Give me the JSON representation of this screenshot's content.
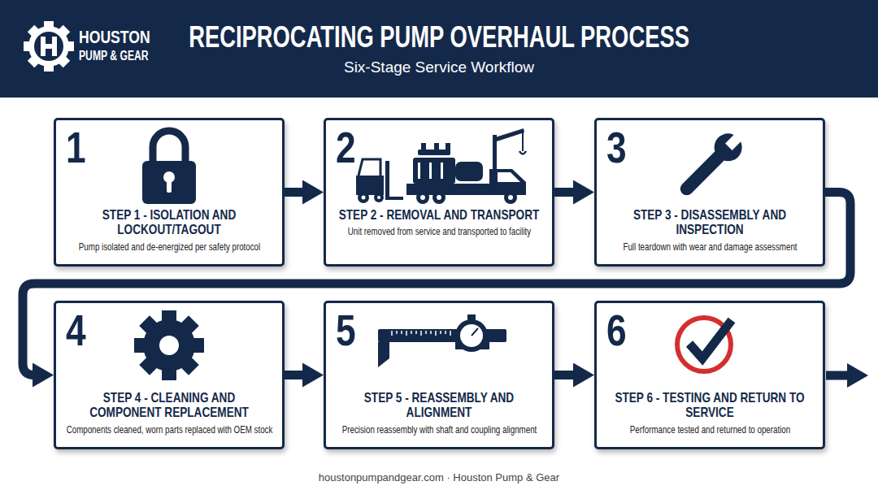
{
  "diagram": {
    "title": "RECIPROCATING PUMP OVERHAUL PROCESS",
    "nodes": [
      {
        "text": [
          "1",
          "STEP 1 - ISOLATION AND LOCKOUT/TAGOUT",
          "Pump isolated and de-energized per safety protocol"
        ]
      },
      {
        "text": [
          "2",
          "STEP 2 - REMOVAL AND TRANSPORT",
          "Unit removed from service and transported to facility"
        ]
      },
      {
        "text": [
          "3",
          "STEP 3 - DISASSEMBLY AND INSPECTION",
          "Full teardown with wear and damage assessment"
        ]
      },
      {
        "text": [
          "4",
          "STEP 4 - CLEANING AND COMPONENT REPLACEMENT",
          "Components cleaned, worn parts replaced with OEM stock"
        ]
      },
      {
        "text": [
          "5",
          "STEP 5 - REASSEMBLY AND ALIGNMENT",
          "Precision reassembly with shaft and coupling alignment"
        ]
      },
      {
        "text": [
          "6",
          "STEP 6 - TESTING AND RETURN TO SERVICE",
          "Performance tested and returned to operation"
        ]
      }
    ],
    "edges": [
      {
        "from": 0,
        "to": 1,
        "arrow": "to"
      },
      {
        "from": 1,
        "to": 2,
        "arrow": "to"
      },
      {
        "from": 2,
        "to": 3,
        "arrow": "to"
      },
      {
        "from": 3,
        "to": 4,
        "arrow": "to"
      },
      {
        "from": 4,
        "to": 5,
        "arrow": "to"
      }
    ],
    "labels": [
      "HOUSTON",
      "PUMP & GEAR",
      "Six-Stage Service Workflow",
      "houstonpumpandgear.com · Houston Pump & Gear"
    ]
  }
}
